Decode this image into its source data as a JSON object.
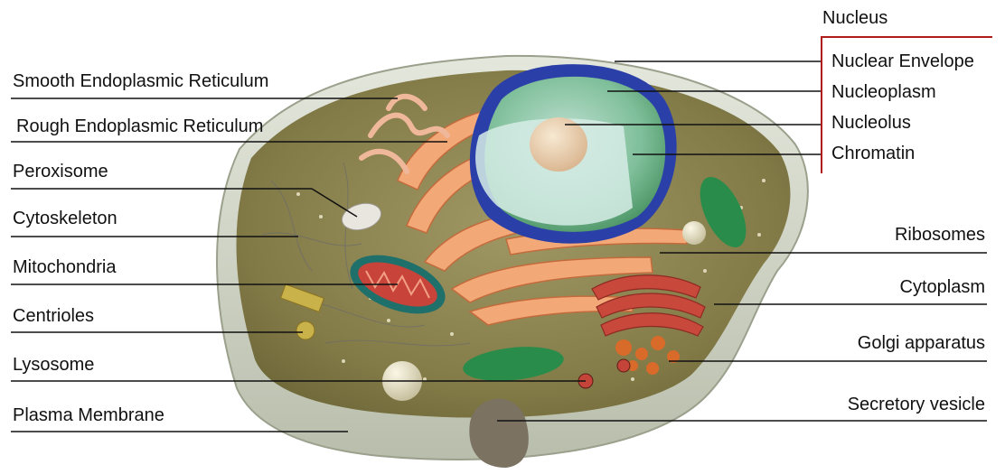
{
  "labels_left": [
    "Smooth Endoplasmic Reticulum",
    "Rough Endoplasmic Reticulum",
    "Peroxisome",
    "Cytoskeleton",
    "Mitochondria",
    "Centrioles",
    "Lysosome",
    "Plasma Membrane"
  ],
  "nucleus": {
    "title": "Nucleus",
    "parts": [
      "Nuclear Envelope",
      "Nucleoplasm",
      "Nucleolus",
      "Chromatin"
    ]
  },
  "labels_right": [
    "Ribosomes",
    "Cytoplasm",
    "Golgi apparatus",
    "Secretory vesicle"
  ],
  "colors": {
    "cytoplasm": "#8a8350",
    "membrane": "#cfd3c4",
    "nuclear_envelope": "#2a3fa8",
    "nucleoplasm": "#4f9a64",
    "er": "#f0a070",
    "golgi": "#c0443a",
    "mitochondria": "#1f6f6a",
    "green_organelle": "#2a8c4a",
    "bracket": "#b01c1c"
  }
}
